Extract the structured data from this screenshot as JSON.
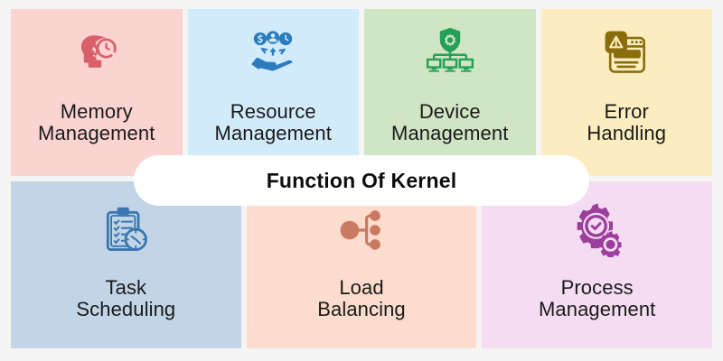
{
  "infographic": {
    "title": "Function Of Kernel",
    "background_color": "#f4f4f4",
    "pill_color": "#ffffff",
    "title_color": "#0d0d0d",
    "label_color": "#1a1a1a"
  },
  "cards": [
    {
      "id": "memory-management",
      "label": "Memory\nManagement",
      "icon": "head-gear-clock-icon",
      "bg_color": "#fbd4d2",
      "icon_color": "#d9606a"
    },
    {
      "id": "resource-management",
      "label": "Resource\nManagement",
      "icon": "hand-resources-icon",
      "bg_color": "#d2ebfb",
      "icon_color": "#2a7cbe"
    },
    {
      "id": "device-management",
      "label": "Device\nManagement",
      "icon": "shield-gear-monitors-icon",
      "bg_color": "#cfe5c4",
      "icon_color": "#25a05a"
    },
    {
      "id": "error-handling",
      "label": "Error\nHandling",
      "icon": "warning-window-icon",
      "bg_color": "#fcedc0",
      "icon_color": "#8a6d0b"
    },
    {
      "id": "task-scheduling",
      "label": "Task\nScheduling",
      "icon": "clipboard-clock-icon",
      "bg_color": "#c2d5e6",
      "icon_color": "#3a77b0"
    },
    {
      "id": "load-balancing",
      "label": "Load\nBalancing",
      "icon": "node-branch-icon",
      "bg_color": "#fbdccd",
      "icon_color": "#cb7a62"
    },
    {
      "id": "process-management",
      "label": "Process\nManagement",
      "icon": "gears-check-icon",
      "bg_color": "#f4dcf2",
      "icon_color": "#9c3f9c"
    }
  ]
}
